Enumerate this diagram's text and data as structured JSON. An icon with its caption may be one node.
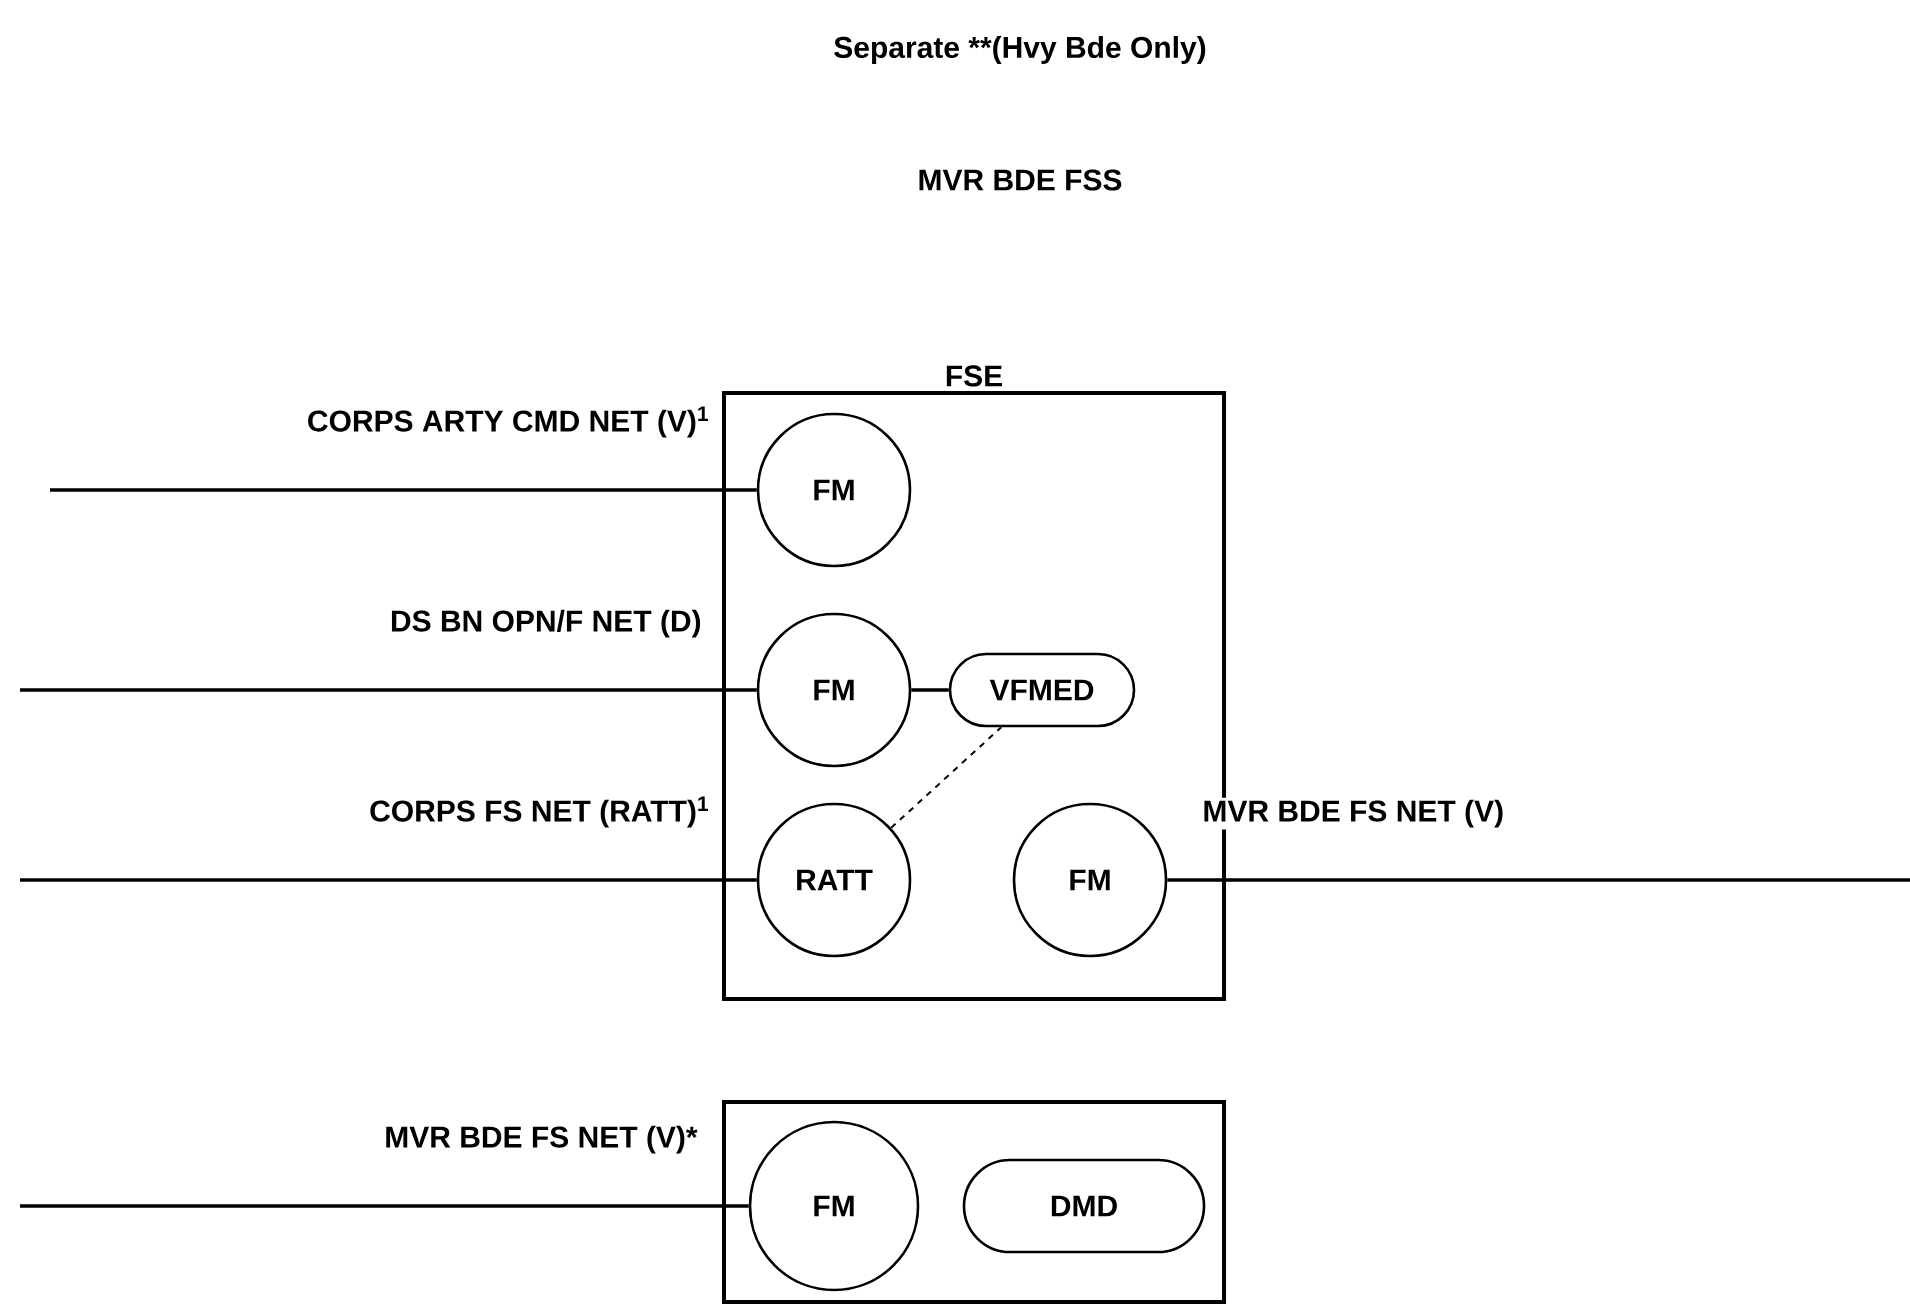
{
  "diagram": {
    "title": "MVR BDE FSS",
    "nodes": [
      {
        "text": [
          "FSE"
        ]
      },
      {
        "text": [
          "FM"
        ],
        "in": 0
      },
      {
        "text": [
          "FM"
        ],
        "in": 0
      },
      {
        "text": [
          "VFMED"
        ],
        "in": 0
      },
      {
        "text": [
          "RATT"
        ],
        "in": 0
      },
      {
        "text": [
          "FM"
        ],
        "in": 0
      },
      {
        "text": [],
        "shape": "box"
      },
      {
        "text": [
          "FM"
        ],
        "in": 6
      },
      {
        "text": [
          "DMD"
        ],
        "in": 6
      }
    ],
    "edges": [
      {
        "from": null,
        "to": 1,
        "arrow": "none",
        "label": "CORPS ARTY CMD NET (V)$^{1}$"
      },
      {
        "from": null,
        "to": 2,
        "arrow": "none",
        "label": "DS BN OPN/F NET (D)"
      },
      {
        "from": 2,
        "to": 3,
        "arrow": "none"
      },
      {
        "from": 4,
        "to": 3,
        "arrow": "none",
        "style": "dashed"
      },
      {
        "from": null,
        "to": 4,
        "arrow": "none",
        "label": "CORPS FS NET (RATT)$^{1}$"
      },
      {
        "from": 5,
        "to": null,
        "arrow": "none",
        "label": "MVR BDE FS NET (V)"
      },
      {
        "from": null,
        "to": 7,
        "arrow": "none",
        "label": "MVR BDE FS NET (V)*"
      }
    ],
    "labels": [
      "Separate **(Hvy Bde Only)"
    ]
  }
}
